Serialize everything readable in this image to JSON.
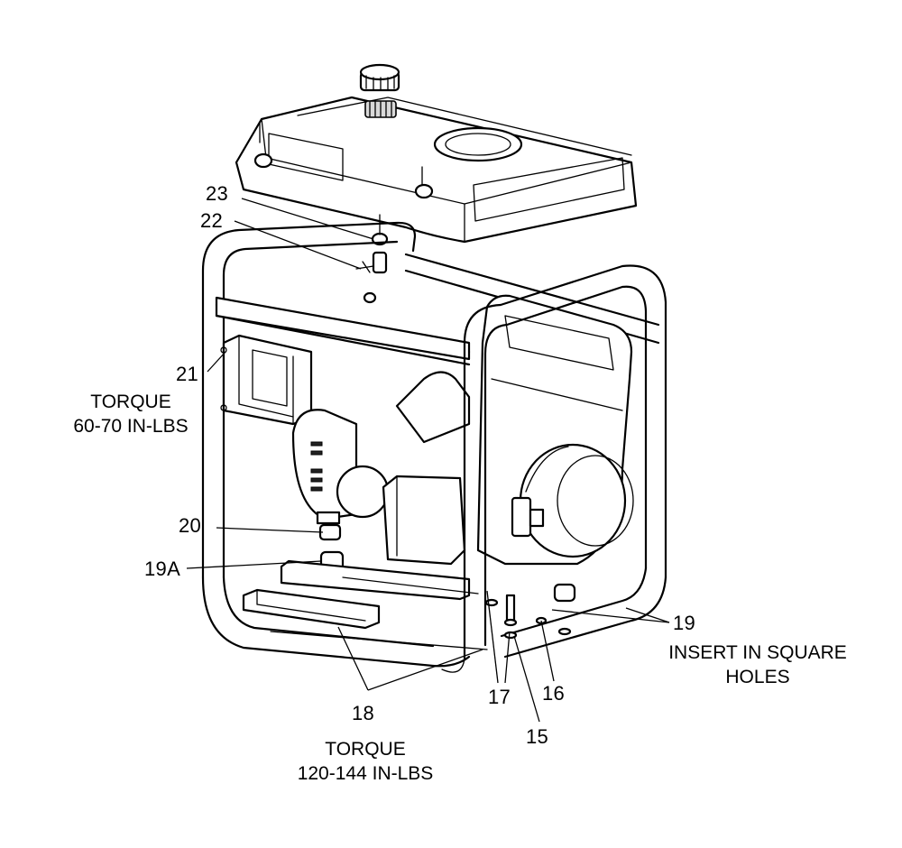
{
  "callouts": {
    "c23": "23",
    "c22": "22",
    "c21": "21",
    "c20": "20",
    "c19A": "19A",
    "c19": "19",
    "c18": "18",
    "c17": "17",
    "c16": "16",
    "c15": "15"
  },
  "notes": {
    "torque_upper_line1": "TORQUE",
    "torque_upper_line2": "60-70 IN-LBS",
    "torque_lower_line1": "TORQUE",
    "torque_lower_line2": "120-144 IN-LBS",
    "insert_line1": "INSERT IN SQUARE",
    "insert_line2": "HOLES"
  }
}
